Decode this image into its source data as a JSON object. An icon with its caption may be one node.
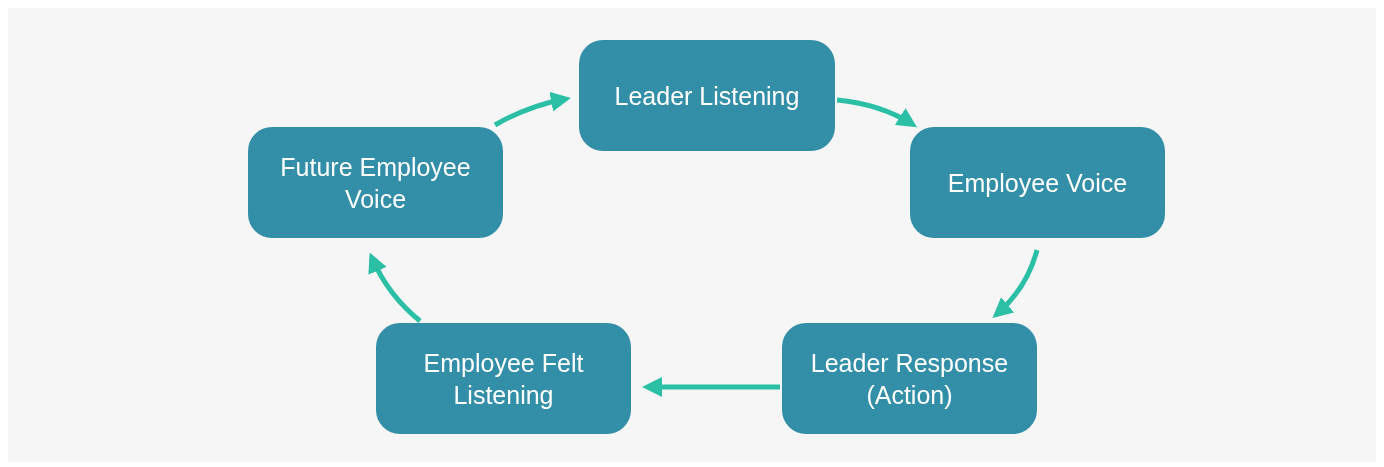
{
  "diagram": {
    "nodes": [
      {
        "text": [
          "Leader Listening"
        ]
      },
      {
        "text": [
          "Employee Voice"
        ]
      },
      {
        "text": [
          "Leader Response (Action)"
        ]
      },
      {
        "text": [
          "Employee Felt Listening"
        ]
      },
      {
        "text": [
          "Future Employee Voice"
        ]
      }
    ],
    "edges": [
      {
        "from": 0,
        "to": 1,
        "arrow": "to"
      },
      {
        "from": 1,
        "to": 2,
        "arrow": "to"
      },
      {
        "from": 2,
        "to": 3,
        "arrow": "to"
      },
      {
        "from": 3,
        "to": 4,
        "arrow": "to"
      },
      {
        "from": 4,
        "to": 0,
        "arrow": "to"
      }
    ]
  }
}
